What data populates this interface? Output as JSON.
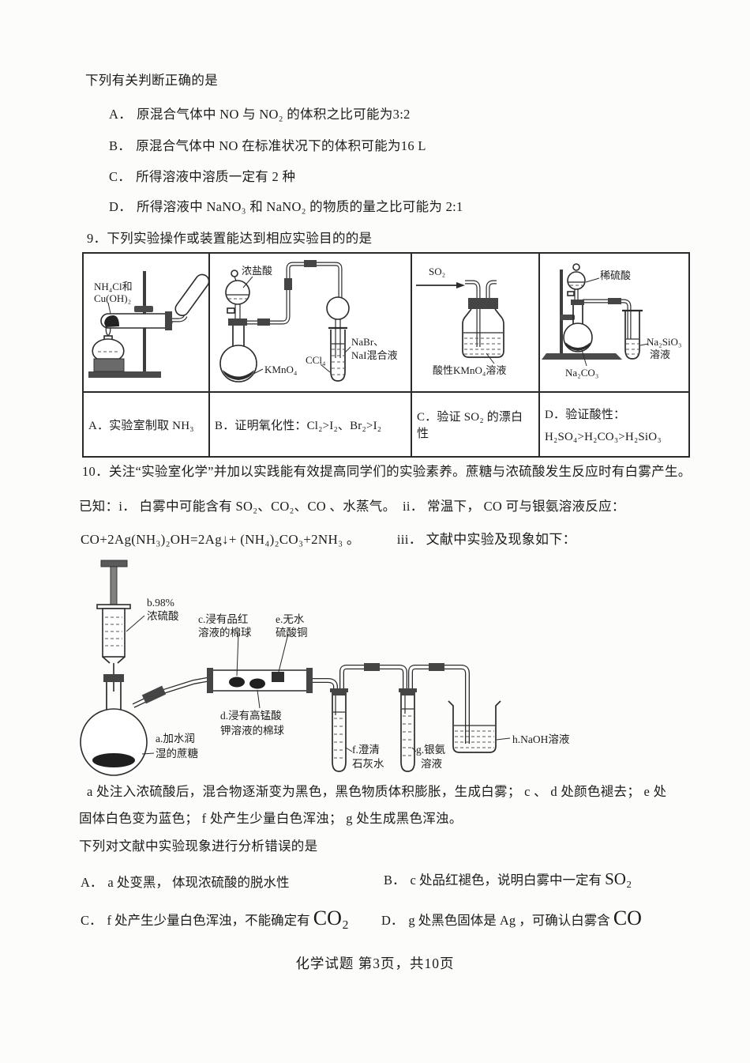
{
  "q8": {
    "stem": "下列有关判断正确的是",
    "options": [
      {
        "label": "A．",
        "text": "原混合气体中 NO 与 NO₂ 的体积之比可能为3:2"
      },
      {
        "label": "B．",
        "text": "原混合气体中 NO 在标准状况下的体积可能为16 L"
      },
      {
        "label": "C．",
        "text": "所得溶液中溶质一定有 2 种"
      },
      {
        "label": "D．",
        "text": "所得溶液中 NaNO₃ 和 NaNO₂ 的物质的量之比可能为 2:1"
      }
    ]
  },
  "q9": {
    "stem": "9．下列实验操作或装置能达到相应实验目的的是",
    "cells": [
      {
        "caption": "A．实验室制取 NH₃",
        "labels": {
          "reagent1": "NH₄Cl和",
          "reagent2": "Cu(OH)₂"
        }
      },
      {
        "caption": "B．证明氧化性：Cl₂>I₂、Br₂>I₂",
        "labels": {
          "funnel": "浓盐酸",
          "flask": "KMnO₄",
          "ccl4": "CCl₄",
          "mix1": "NaBr、",
          "mix2": "NaI混合液"
        }
      },
      {
        "caption": "C．验证 SO₂ 的漂白性",
        "labels": {
          "gas": "SO₂",
          "solution": "酸性KMnO₄溶液"
        }
      },
      {
        "caption_line1": "D．验证酸性：",
        "caption_line2": "H₂SO₄>H₂CO₃>H₂SiO₃",
        "labels": {
          "funnel": "稀硫酸",
          "flask": "Na₂CO₃",
          "tube1": "Na₂SiO₃",
          "tube2": "溶液"
        }
      }
    ]
  },
  "q10": {
    "stem": "10．关注“实验室化学”并加以实践能有效提高同学们的实验素养。蔗糖与浓硫酸发生反应时有白雾产生。",
    "known": "已知：i． 白雾中可能含有 SO₂、CO₂、CO 、水蒸气。　ii． 常温下， CO 可与银氨溶液反应：",
    "equation": "CO+2Ag(NH₃)₂OH=2Ag↓+ (NH₄)₂CO₃+2NH₃ 。",
    "known3": "iii． 文献中实验及现象如下：",
    "labels": {
      "a1": "a.加水润",
      "a2": "湿的蔗糖",
      "b1": "b.98%",
      "b2": "浓硫酸",
      "c1": "c.浸有品红",
      "c2": "溶液的棉球",
      "d1": "d.浸有高锰酸",
      "d2": "钾溶液的棉球",
      "e1": "e.无水",
      "e2": "硫酸铜",
      "f1": "f.澄清",
      "f2": "石灰水",
      "g1": "g.银氨",
      "g2": "溶液",
      "h": "h.NaOH溶液"
    },
    "phen1": "a 处注入浓硫酸后，混合物逐渐变为黑色，黑色物质体积膨胀，生成白雾； c 、 d 处颜色褪去； e 处",
    "phen2": "固体白色变为蓝色； f 处产生少量白色浑浊； g 处生成黑色浑浊。",
    "question": "下列对文献中实验现象进行分析错误的是",
    "options": [
      {
        "label": "A．",
        "text": "a 处变黑， 体现浓硫酸的脱水性",
        "formula": ""
      },
      {
        "label": "B．",
        "text": "c 处品红褪色，说明白雾中一定有",
        "formula": "SO₂"
      },
      {
        "label": "C．",
        "text": "f 处产生少量白色浑浊，不能确定有",
        "formula": "CO₂"
      },
      {
        "label": "D．",
        "text": "g 处黑色固体是 Ag ，可确认白雾含",
        "formula": "CO"
      }
    ]
  },
  "footer": "化学试题 第3页，共10页"
}
